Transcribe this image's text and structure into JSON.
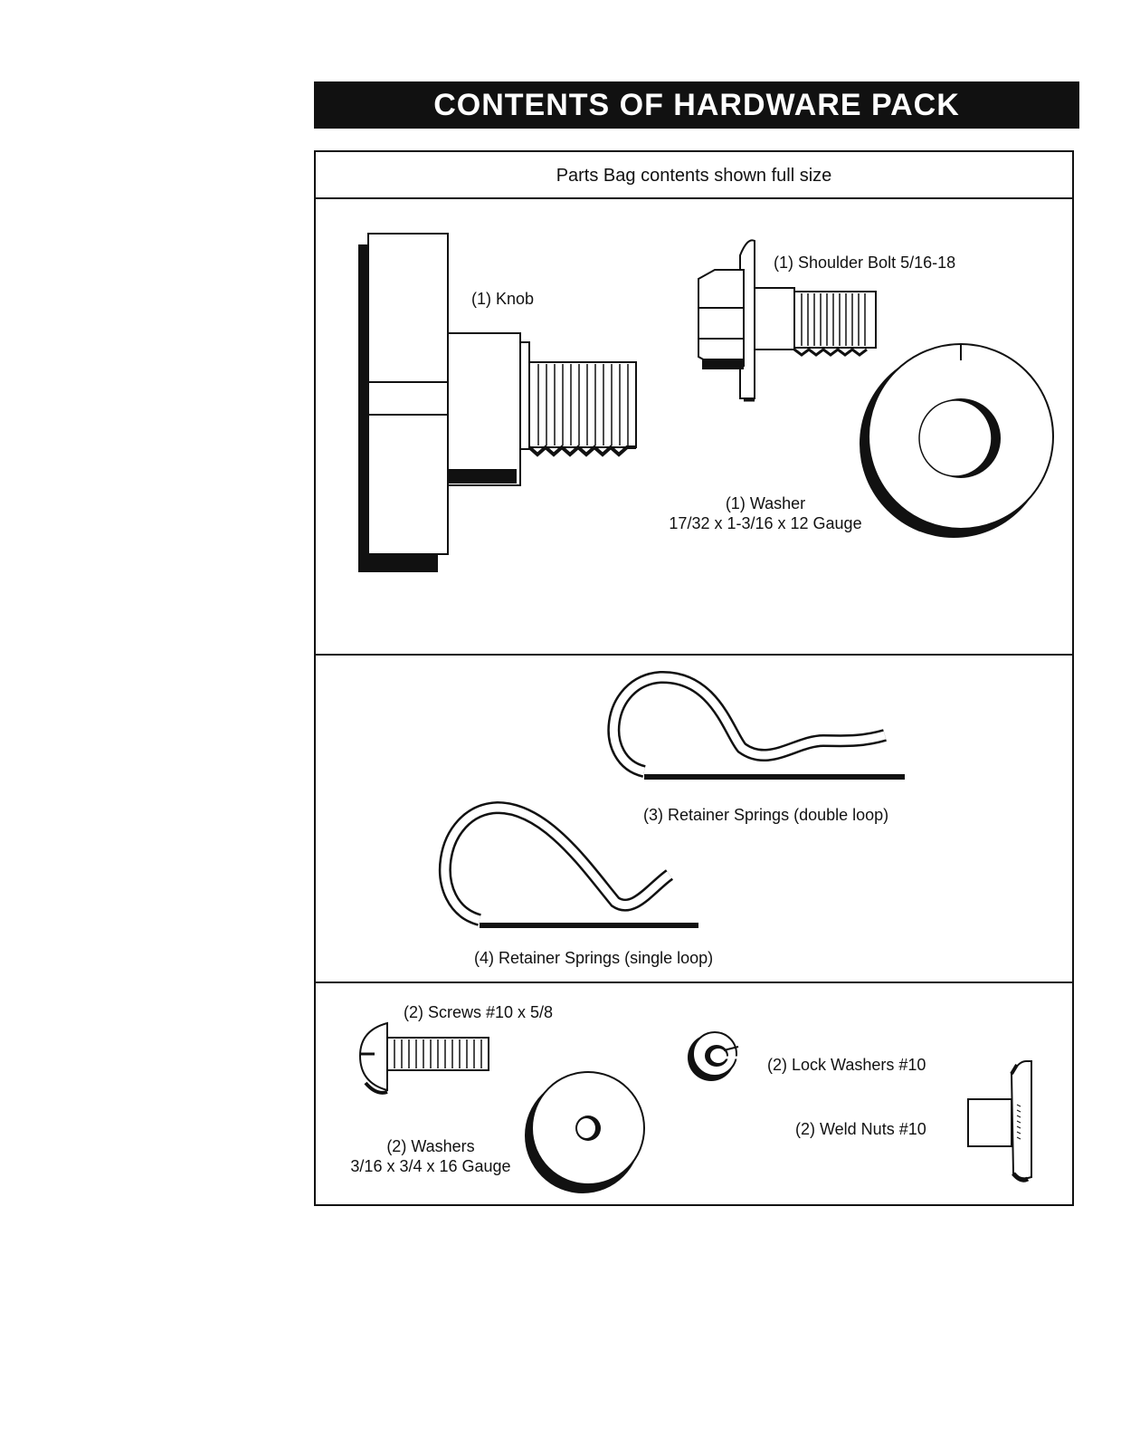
{
  "page": {
    "title": "CONTENTS OF HARDWARE PACK",
    "subtitle": "Parts Bag contents shown full size"
  },
  "parts": {
    "knob": "(1) Knob",
    "shoulder_bolt": "(1) Shoulder Bolt  5/16-18",
    "washer_large_qty": "(1) Washer",
    "washer_large_size": "17/32 x 1-3/16 x 12 Gauge",
    "retainer_double": "(3)  Retainer Springs (double loop)",
    "retainer_single": "(4)  Retainer Springs (single loop)",
    "screws": "(2) Screws  #10 x 5/8",
    "lock_washers": "(2) Lock Washers  #10",
    "weld_nuts": "(2) Weld Nuts  #10",
    "washers_small_qty": "(2) Washers",
    "washers_small_size": "3/16 x 3/4 x 16 Gauge"
  },
  "icons": [
    "knob-icon",
    "shoulder-bolt-icon",
    "large-washer-icon",
    "double-loop-spring-icon",
    "single-loop-spring-icon",
    "screw-icon",
    "small-washer-icon",
    "lock-washer-icon",
    "weld-nut-icon"
  ]
}
